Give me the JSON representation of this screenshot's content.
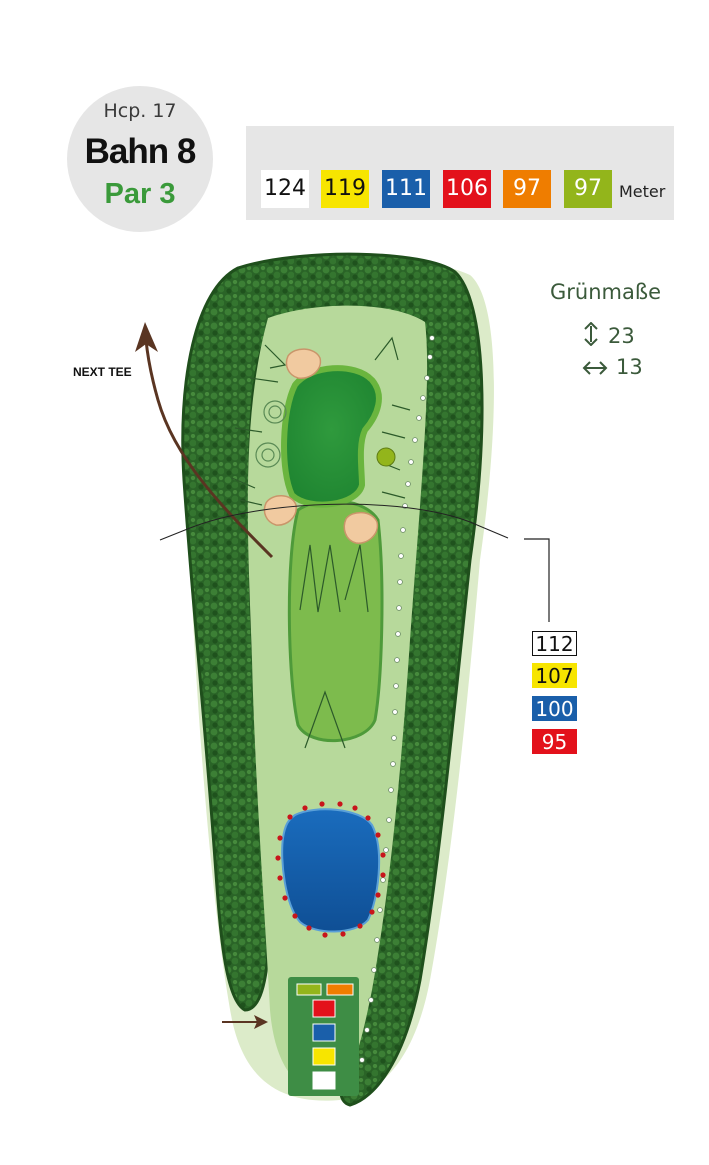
{
  "hole": {
    "handicap": "Hcp. 17",
    "name": "Bahn 8",
    "par": "Par 3"
  },
  "tee_distances": [
    {
      "value": "124",
      "bg": "#ffffff",
      "fg": "#111111"
    },
    {
      "value": "119",
      "bg": "#f7e500",
      "fg": "#111111"
    },
    {
      "value": "111",
      "bg": "#1a5faa",
      "fg": "#ffffff"
    },
    {
      "value": "106",
      "bg": "#e3111b",
      "fg": "#ffffff"
    },
    {
      "value": "97",
      "bg": "#ef7d00",
      "fg": "#ffffff"
    },
    {
      "value": "97",
      "bg": "#93b51b",
      "fg": "#ffffff"
    }
  ],
  "distance_unit": "Meter",
  "green_dimensions": {
    "title": "Grünmaße",
    "depth": "23",
    "width": "13"
  },
  "next_tee_label": "NEXT TEE",
  "layup_distances": [
    {
      "value": "112",
      "bg": "#ffffff",
      "fg": "#111111",
      "border": "#111111"
    },
    {
      "value": "107",
      "bg": "#f7e500",
      "fg": "#111111",
      "border": "#f7e500"
    },
    {
      "value": "100",
      "bg": "#1a5faa",
      "fg": "#ffffff",
      "border": "#1a5faa"
    },
    {
      "value": "95",
      "bg": "#e3111b",
      "fg": "#ffffff",
      "border": "#e3111b"
    }
  ],
  "colors": {
    "rough": "#b5d79a",
    "fairway": "#a9cf8c",
    "trees": "#2e6b2a",
    "green": "#2f9a3d",
    "water": "#1766b4",
    "bunker": "#f1caa0",
    "tee_area": "#3e8d45"
  }
}
